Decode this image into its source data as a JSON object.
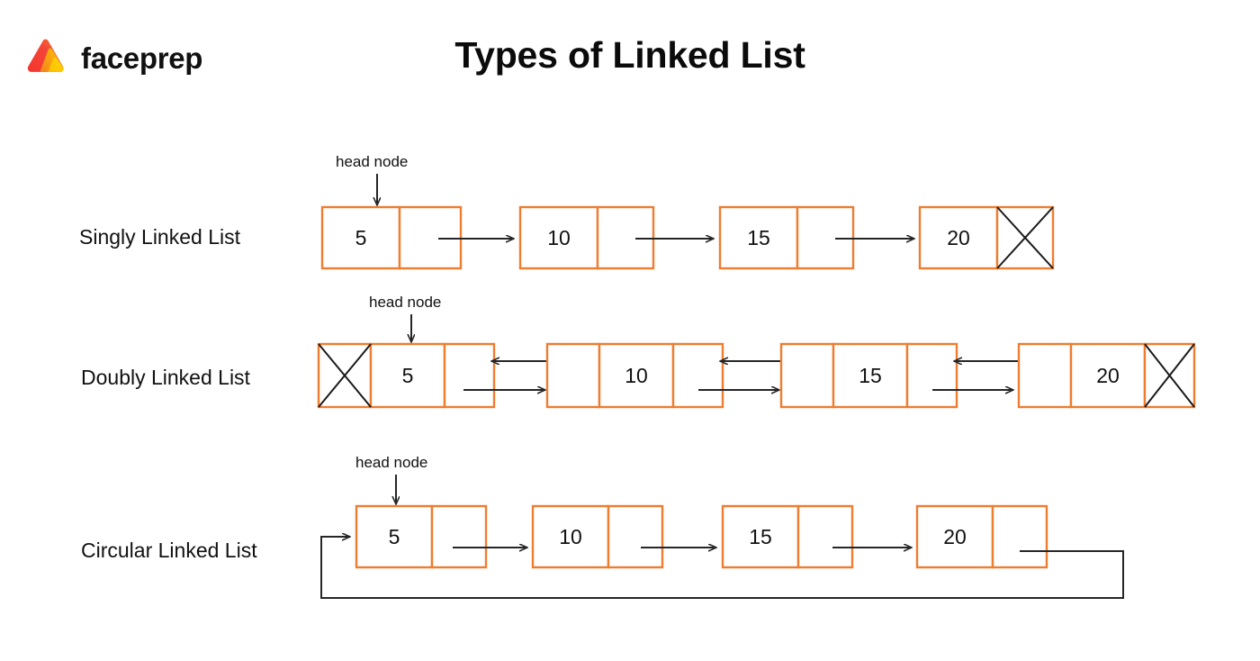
{
  "brand": {
    "name": "faceprep",
    "logo_icon": "faceprep-triangle-logo",
    "colors": {
      "logo_red": "#F4362C",
      "logo_orange": "#F58220",
      "logo_yellow": "#FDC500"
    }
  },
  "header": {
    "title": "Types of Linked List"
  },
  "theme": {
    "node_border": "#ED7D31",
    "arrow": "#262626",
    "text": "#111111",
    "background": "#FFFFFF"
  },
  "head_caption_label": "head node",
  "chart_data": {
    "type": "diagram",
    "title": "Types of Linked List",
    "diagram_kind": "linked-list-structures",
    "rows": [
      {
        "id": "singly",
        "label": "Singly Linked List",
        "head_caption": "head node",
        "head_points_to_node_index": 0,
        "cells_per_node": [
          "data",
          "next"
        ],
        "nodes": [
          {
            "value": "5",
            "next": "10",
            "null_cell": null
          },
          {
            "value": "10",
            "next": "15",
            "null_cell": null
          },
          {
            "value": "15",
            "next": "20",
            "null_cell": null
          },
          {
            "value": "20",
            "next": null,
            "null_cell": "next"
          }
        ],
        "arrows": [
          "5 -> 10",
          "10 -> 15",
          "15 -> 20"
        ],
        "terminator": "null (X) in last next cell"
      },
      {
        "id": "doubly",
        "label": "Doubly Linked List",
        "head_caption": "head node",
        "head_points_to_node_index": 0,
        "cells_per_node": [
          "prev",
          "data",
          "next"
        ],
        "nodes": [
          {
            "value": "5",
            "prev": null,
            "next": "10",
            "null_cell": "prev"
          },
          {
            "value": "10",
            "prev": "5",
            "next": "15",
            "null_cell": null
          },
          {
            "value": "15",
            "prev": "10",
            "next": "20",
            "null_cell": null
          },
          {
            "value": "20",
            "prev": "15",
            "next": null,
            "null_cell": "next"
          }
        ],
        "arrows": [
          "5 -> 10 (forward)",
          "10 -> 5 (backward)",
          "10 -> 15 (forward)",
          "15 -> 10 (backward)",
          "15 -> 20 (forward)",
          "20 -> 15 (backward)"
        ],
        "terminator": "null (X) in first prev cell and last next cell"
      },
      {
        "id": "circular",
        "label": "Circular Linked List",
        "head_caption": "head node",
        "head_points_to_node_index": 0,
        "cells_per_node": [
          "data",
          "next"
        ],
        "nodes": [
          {
            "value": "5",
            "next": "10",
            "null_cell": null
          },
          {
            "value": "10",
            "next": "15",
            "null_cell": null
          },
          {
            "value": "15",
            "next": "20",
            "null_cell": null
          },
          {
            "value": "20",
            "next": "5",
            "null_cell": null
          }
        ],
        "arrows": [
          "5 -> 10",
          "10 -> 15",
          "15 -> 20",
          "20 -> 5 (wrap around)"
        ],
        "terminator": "last node links back to head node"
      }
    ]
  }
}
